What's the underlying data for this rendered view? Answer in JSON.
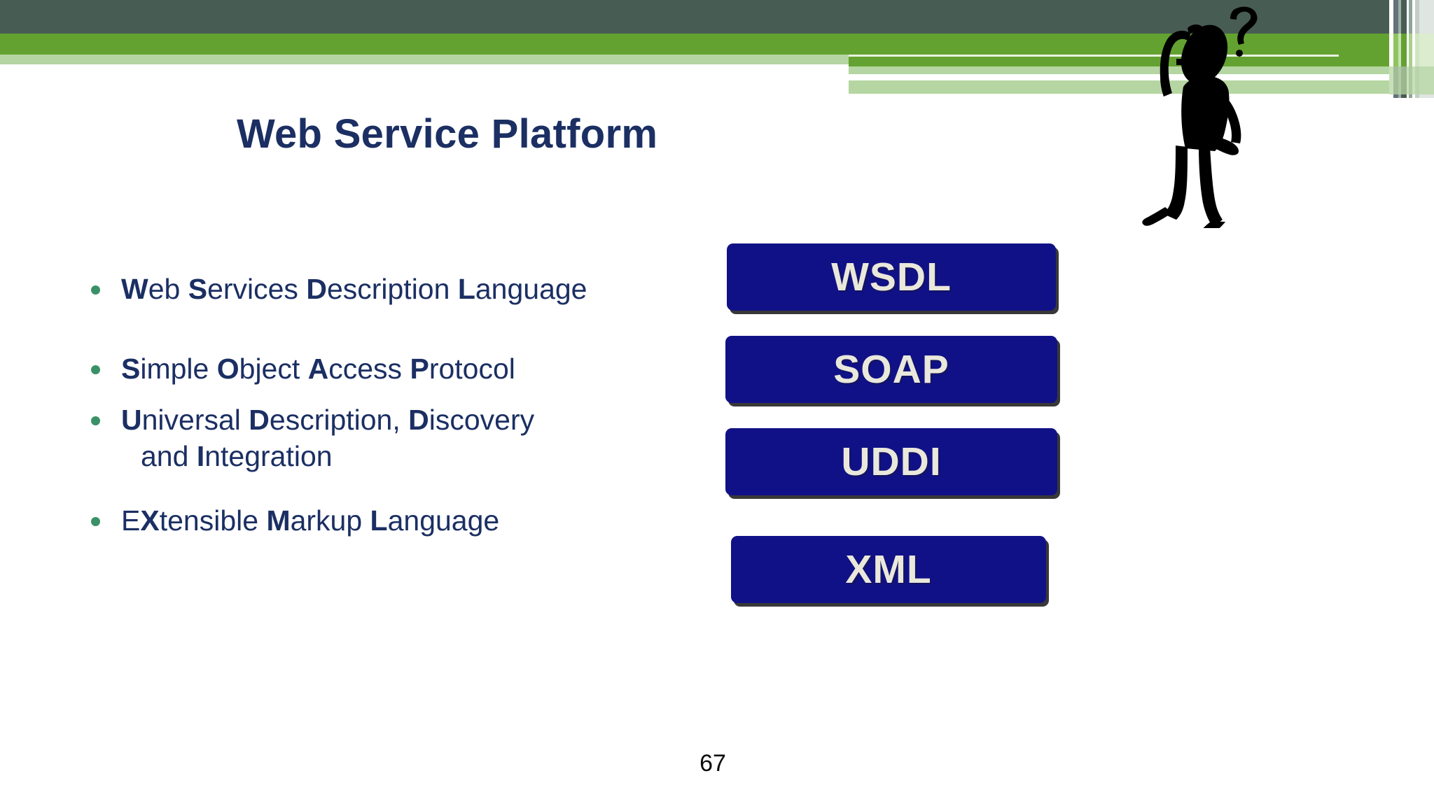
{
  "slide": {
    "title": "Web Service Platform",
    "page_number": "67",
    "colors": {
      "title_navy": "#1b2f63",
      "band_dark": "#475c52",
      "band_green": "#63a230",
      "band_pale_green": "#b5d6a2",
      "bullet_green": "#3a9168",
      "box_navy": "#111187",
      "box_text_cream": "#e9e8db"
    },
    "bullets": [
      {
        "id": "wsdl",
        "full_text": "Web Services Description Language",
        "segments": [
          {
            "text": "W",
            "bold": true
          },
          {
            "text": "eb ",
            "bold": false
          },
          {
            "text": "S",
            "bold": true
          },
          {
            "text": "ervices ",
            "bold": false
          },
          {
            "text": "D",
            "bold": true
          },
          {
            "text": "escription ",
            "bold": false
          },
          {
            "text": "L",
            "bold": true
          },
          {
            "text": "anguage",
            "bold": false
          }
        ]
      },
      {
        "id": "soap",
        "full_text": "Simple Object Access Protocol",
        "segments": [
          {
            "text": "S",
            "bold": true
          },
          {
            "text": "imple ",
            "bold": false
          },
          {
            "text": "O",
            "bold": true
          },
          {
            "text": "bject ",
            "bold": false
          },
          {
            "text": "A",
            "bold": true
          },
          {
            "text": "ccess ",
            "bold": false
          },
          {
            "text": "P",
            "bold": true
          },
          {
            "text": "rotocol",
            "bold": false
          }
        ]
      },
      {
        "id": "uddi",
        "full_text": "Universal Description, Discovery and Integration",
        "segments": [
          {
            "text": "U",
            "bold": true
          },
          {
            "text": "niversal ",
            "bold": false
          },
          {
            "text": "D",
            "bold": true
          },
          {
            "text": "escription, ",
            "bold": false
          },
          {
            "text": "D",
            "bold": true
          },
          {
            "text": "iscovery",
            "bold": false
          },
          {
            "text": "\n",
            "bold": false,
            "linebreak": true
          },
          {
            "text": "and ",
            "bold": false,
            "indent": true
          },
          {
            "text": "I",
            "bold": true
          },
          {
            "text": "ntegration",
            "bold": false
          }
        ]
      },
      {
        "id": "xml",
        "full_text": "EXtensible Markup Language",
        "segments": [
          {
            "text": "E",
            "bold": false
          },
          {
            "text": "X",
            "bold": true
          },
          {
            "text": "tensible ",
            "bold": false
          },
          {
            "text": "M",
            "bold": true
          },
          {
            "text": "arkup ",
            "bold": false
          },
          {
            "text": "L",
            "bold": true
          },
          {
            "text": "anguage",
            "bold": false
          }
        ]
      }
    ],
    "tag_boxes": [
      {
        "id": "wsdl",
        "label": "WSDL"
      },
      {
        "id": "soap",
        "label": "SOAP"
      },
      {
        "id": "uddi",
        "label": "UDDI"
      },
      {
        "id": "xml",
        "label": "XML"
      }
    ],
    "decorations": {
      "stick_figure": "thinking-person-silhouette-icon",
      "question_mark": "question-mark-icon",
      "right_edge_stripes": [
        "#475c52",
        "#ffffff",
        "#63727a",
        "#9fb0a6",
        "#475c52",
        "#8fa497",
        "#c3cec6",
        "#dfe5e0"
      ]
    }
  }
}
